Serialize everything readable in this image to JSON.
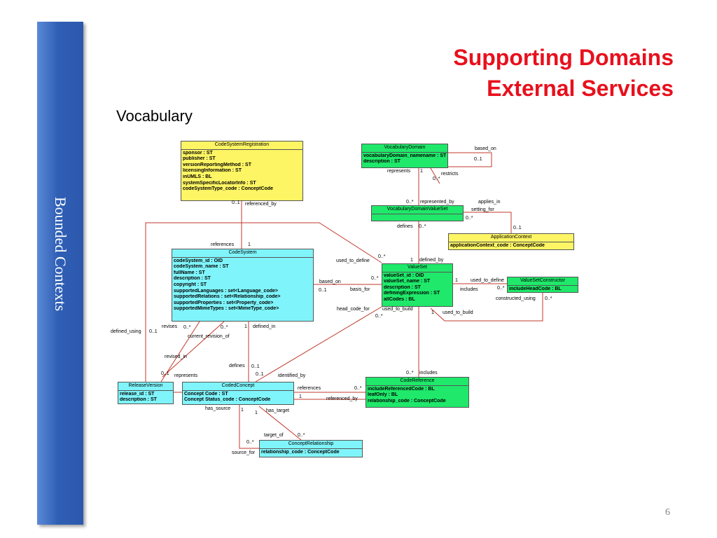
{
  "slide": {
    "title_line1": "Supporting Domains",
    "title_line2": "External Services",
    "subtitle": "Vocabulary",
    "sidebar_label": "Bounded Contexts",
    "page_number": "6"
  },
  "colors": {
    "title_red": "#e8101d",
    "sidebar_blue": "#2f5fb5",
    "class_yellow": "#fdf564",
    "class_cyan": "#7ff5fb",
    "class_green": "#1fe86a",
    "assoc_line": "#c0392b"
  },
  "classes": {
    "codeSystemRegistration": {
      "name": "CodeSystemRegistration",
      "attrs": [
        "sponsor : ST",
        "publisher : ST",
        "versionReportingMethod : ST",
        "licensingInformation : ST",
        "inUMLS : BL",
        "systemSpecificLocatorInfo : ST",
        "codeSystemType_code : ConceptCode"
      ]
    },
    "codeSystem": {
      "name": "CodeSystem",
      "attrs": [
        "codeSystem_id : OID",
        "codeSystem_name : ST",
        "fullName : ST",
        "description : ST",
        "copyright : ST",
        "supportedLanguages : set<Language_code>",
        "supportedRelations : set<Relationship_code>",
        "supportedProperties : set<Property_code>",
        "supportedMimeTypes : set<MimeType_code>"
      ]
    },
    "vocabularyDomain": {
      "name": "VocabularyDomain",
      "attrs": [
        "vocabularyDomain_namename : ST",
        "description : ST"
      ]
    },
    "vocabularyDomainValueSet": {
      "name": "VocabularyDomainValueSet",
      "attrs": []
    },
    "applicationContext": {
      "name": "ApplicationContext",
      "attrs": [
        "applicationContext_code : ConceptCode"
      ]
    },
    "valueSet": {
      "name": "ValueSet",
      "attrs": [
        "valueSet_id : OID",
        "valueSet_name : ST",
        "description : ST",
        "definingExpression : ST",
        "allCodes : BL"
      ]
    },
    "valueSetConstructor": {
      "name": "ValueSetConstructor",
      "attrs": [
        "includeHeadCode : BL"
      ]
    },
    "releaseVersion": {
      "name": "ReleaseVersion",
      "attrs": [
        "release_id : ST",
        "description : ST"
      ]
    },
    "codedConcept": {
      "name": "CodedConcept",
      "attrs": [
        "Concept Code : ST",
        "Concept Status_code : ConceptCode"
      ]
    },
    "codeReference": {
      "name": "CodeReference",
      "attrs": [
        "includeReferencedCode : BL",
        "leafOnly : BL",
        "relationship_code : ConceptCode"
      ]
    },
    "conceptRelationship": {
      "name": "ConceptRelationship",
      "attrs": [
        "relationship_code : ConceptCode"
      ]
    }
  },
  "labels": [
    "based_on",
    "0..1",
    "represents",
    "1",
    "restricts",
    "0..*",
    "0..*",
    "represented_by",
    "applies_in",
    "setting_for",
    "0..*",
    "0..1",
    "defines",
    "0..*",
    "0..1",
    "referenced_by",
    "references",
    "1",
    "used_to_define",
    "0..*",
    "1",
    "defined_by",
    "based_on",
    "0..*",
    "0..1",
    "basis_for",
    "1",
    "used_to_define",
    "includes",
    "0..*",
    "constructed_using",
    "0..*",
    "head_code_for",
    "used_to_build",
    "0..*",
    "1",
    "used_to_build",
    "defined_using",
    "0..1",
    "revises",
    "0..*",
    "0..*",
    "1",
    "defined_in",
    "current_revision_of",
    "revised_in",
    "0..1",
    "represents",
    "defines",
    "0..1",
    "0..1",
    "identified_by",
    "0..*",
    "includes",
    "references",
    "0..*",
    "1",
    "referenced_by",
    "has_source",
    "1",
    "1",
    "has_target",
    "target_of",
    "0..*",
    "0..*",
    "source_for"
  ]
}
